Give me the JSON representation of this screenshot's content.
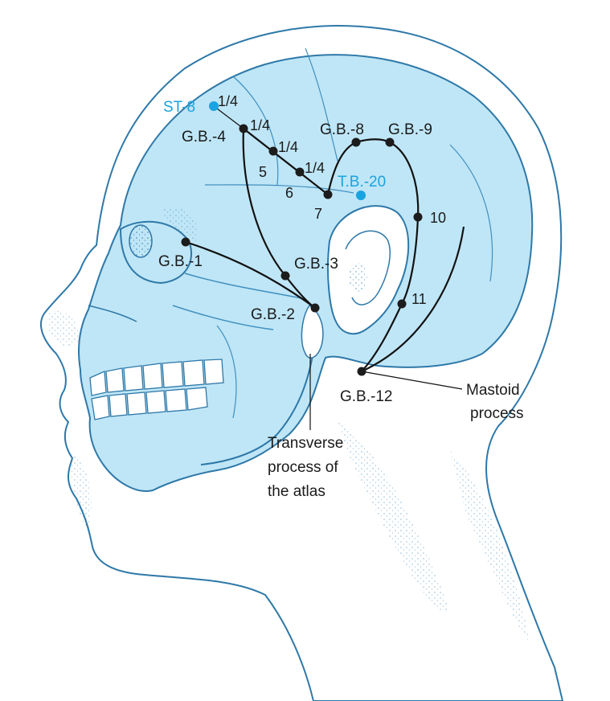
{
  "colors": {
    "skin_fill": "#bfe6f6",
    "skin_outline": "#2e78a8",
    "bone_line": "#3f8fc0",
    "stipple": "#3a84b6",
    "point": "#1c1c1c",
    "channel_line": "#111111",
    "label_dark": "#1a1a1a",
    "label_accent": "#1aa3e0"
  },
  "points": {
    "st8": "ST-8",
    "tb20": "T.B.-20",
    "gb1": "G.B.-1",
    "gb2": "G.B.-2",
    "gb3": "G.B.-3",
    "gb4": "G.B.-4",
    "gb8": "G.B.-8",
    "gb9": "G.B.-9",
    "gb12": "G.B.-12",
    "p5": "5",
    "p6": "6",
    "p7": "7",
    "p10": "10",
    "p11": "11"
  },
  "fractions": {
    "f1": "1/4",
    "f2": "1/4",
    "f3": "1/4",
    "f4": "1/4"
  },
  "annotations": {
    "mastoid_line1": "Mastoid",
    "mastoid_line2": "process",
    "atlas_line1": "Transverse",
    "atlas_line2": "process of",
    "atlas_line3": "the atlas"
  }
}
